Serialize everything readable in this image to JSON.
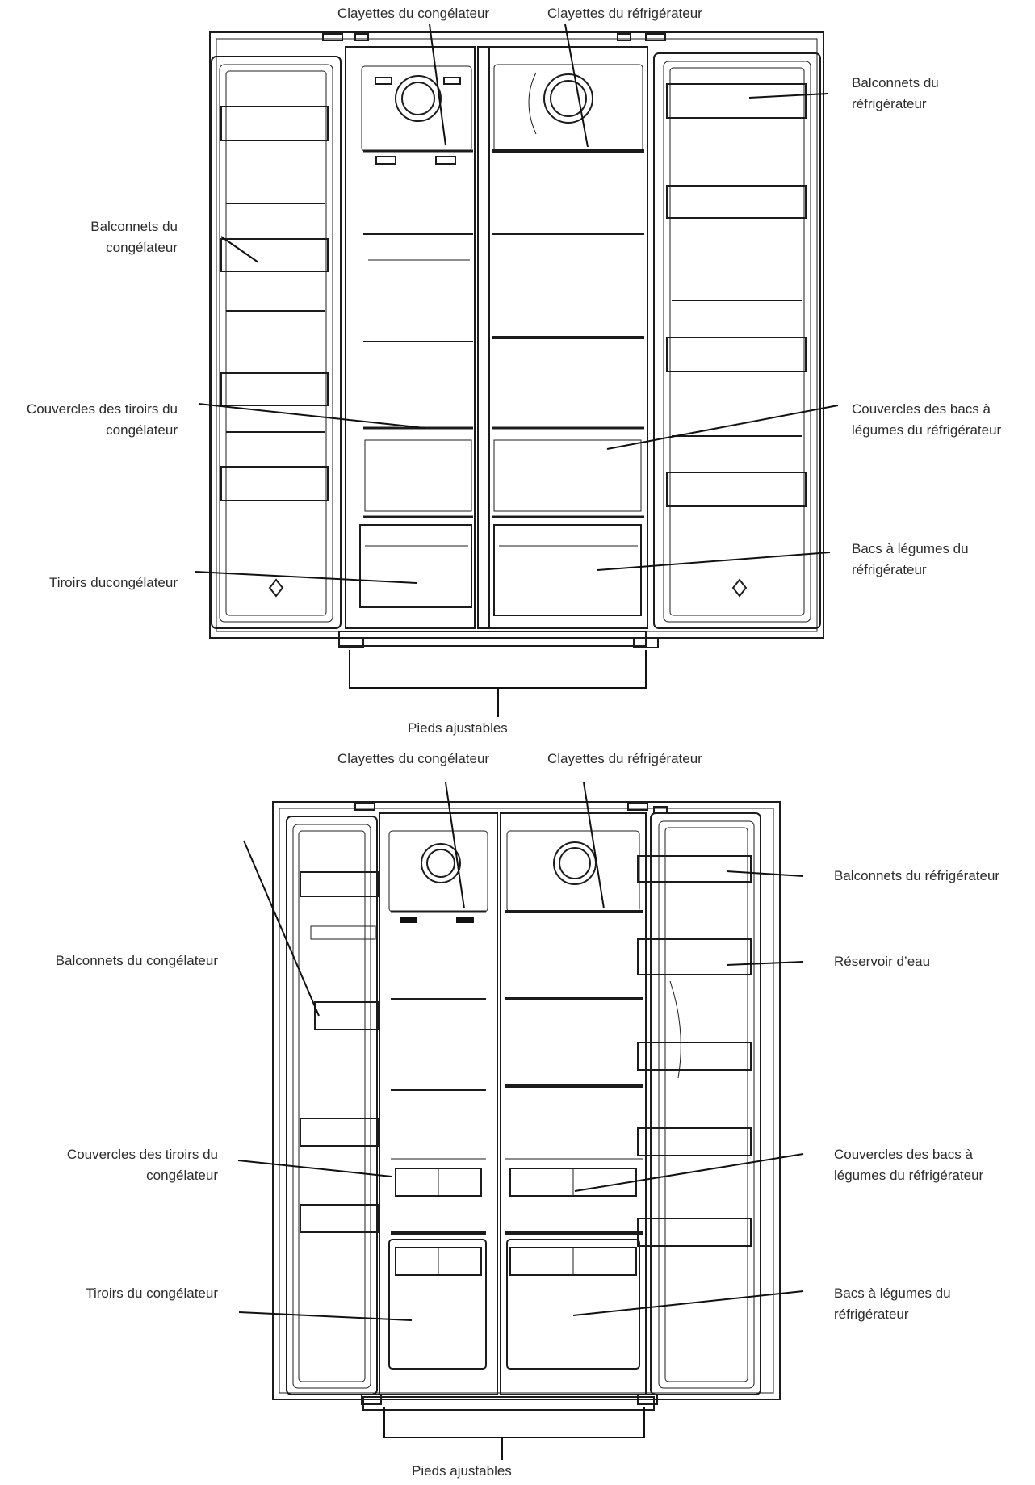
{
  "diagrams": {
    "top": {
      "labels": {
        "freezer_shelves": "Clayettes du congélateur",
        "fridge_shelves": "Clayettes du réfrigérateur",
        "fridge_door_bins": [
          "Balconnets du",
          "réfrigérateur"
        ],
        "freezer_door_bins": [
          "Balconnets du",
          "congélateur"
        ],
        "freezer_drawer_covers": [
          "Couvercles des tiroirs du",
          "congélateur"
        ],
        "crisper_covers": [
          "Couvercles des bacs à",
          "légumes du réfrigérateur"
        ],
        "freezer_drawers": "Tiroirs ducongélateur",
        "crispers": [
          "Bacs à légumes du",
          "réfrigérateur"
        ],
        "adjustable_feet": "Pieds ajustables"
      }
    },
    "bottom": {
      "labels": {
        "freezer_shelves": "Clayettes du congélateur",
        "fridge_shelves": "Clayettes du réfrigérateur",
        "fridge_door_bins": "Balconnets du réfrigérateur",
        "water_tank": "Réservoir d’eau",
        "freezer_door_bins": "Balconnets du congélateur",
        "freezer_drawer_covers": [
          "Couvercles des tiroirs du",
          "congélateur"
        ],
        "crisper_covers": [
          "Couvercles des bacs à",
          "légumes du réfrigérateur"
        ],
        "freezer_drawers": "Tiroirs du congélateur",
        "crispers": [
          "Bacs à légumes du",
          "réfrigérateur"
        ],
        "adjustable_feet": "Pieds ajustables"
      }
    }
  }
}
